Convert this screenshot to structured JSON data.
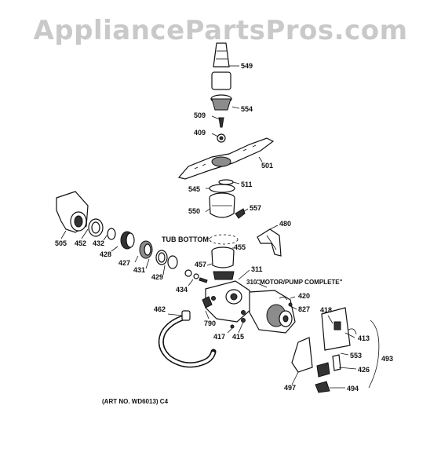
{
  "watermark": "AppliancePartsPros.com",
  "art_number": "(ART NO. WD6013) C4",
  "callouts": {
    "tub_bottom": "TUB BOTTOM",
    "motor_pump": "310\"MOTOR/PUMP COMPLETE\""
  },
  "parts": {
    "p549": "549",
    "p554": "554",
    "p509": "509",
    "p409": "409",
    "p501": "501",
    "p511": "511",
    "p545": "545",
    "p550": "550",
    "p557": "557",
    "p480": "480",
    "p505": "505",
    "p452": "452",
    "p432": "432",
    "p428": "428",
    "p427": "427",
    "p431": "431",
    "p429": "429",
    "p455": "455",
    "p457": "457",
    "p434": "434",
    "p311": "311",
    "p420": "420",
    "p827": "827",
    "p462": "462",
    "p790": "790",
    "p417": "417",
    "p415": "415",
    "p418": "418",
    "p413": "413",
    "p553": "553",
    "p493": "493",
    "p426": "426",
    "p497": "497",
    "p494": "494"
  }
}
